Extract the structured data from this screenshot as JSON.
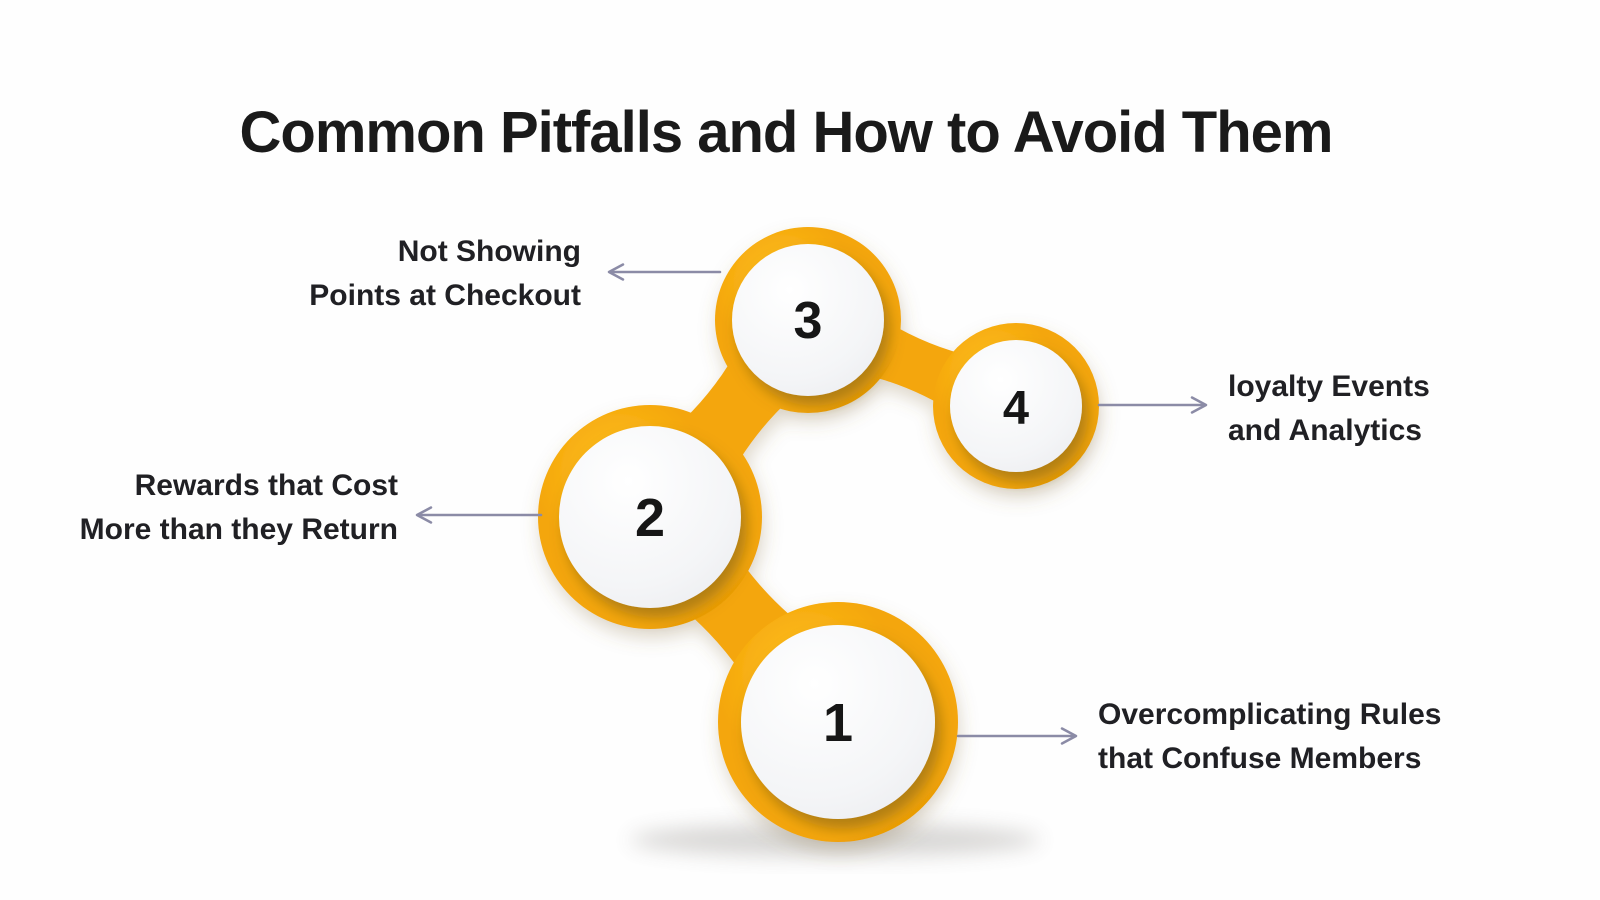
{
  "title": "Common Pitfalls and How to Avoid Them",
  "colors": {
    "background": "#FEFEFE",
    "blob_yellow": "#F4A608",
    "blob_yellow_light": "#FFC125",
    "blob_yellow_dark": "#DA8A00",
    "circle_white": "#FFFFFF",
    "circle_fill": "#F4F5F7",
    "circle_fill_edge": "#EAEBEE",
    "white_circle_shadow": "#6E5512",
    "blob_drop_shadow": "#8A7140",
    "ground_shadow": "#55504A",
    "arrow": "#8B8BA6",
    "title_text": "#1A1A1A",
    "label_text": "#202024",
    "number_text": "#161616"
  },
  "steps": [
    {
      "number": "1",
      "label_lines": [
        "Overcomplicating Rules",
        "that Confuse Members"
      ],
      "label_side": "right"
    },
    {
      "number": "2",
      "label_lines": [
        "Rewards that Cost",
        "More than they Return"
      ],
      "label_side": "left"
    },
    {
      "number": "3",
      "label_lines": [
        "Not Showing",
        "Points at Checkout"
      ],
      "label_side": "left"
    },
    {
      "number": "4",
      "label_lines": [
        "loyalty Events",
        "and Analytics"
      ],
      "label_side": "right"
    }
  ]
}
